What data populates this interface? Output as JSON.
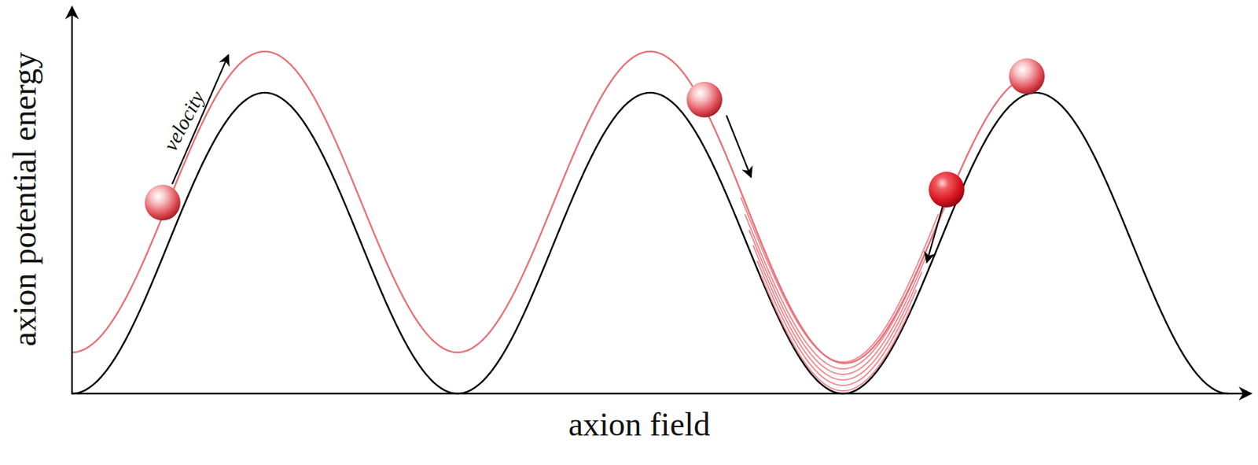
{
  "diagram": {
    "labels": [
      "axion potential energy",
      "axion field",
      "velocity"
    ]
  }
}
